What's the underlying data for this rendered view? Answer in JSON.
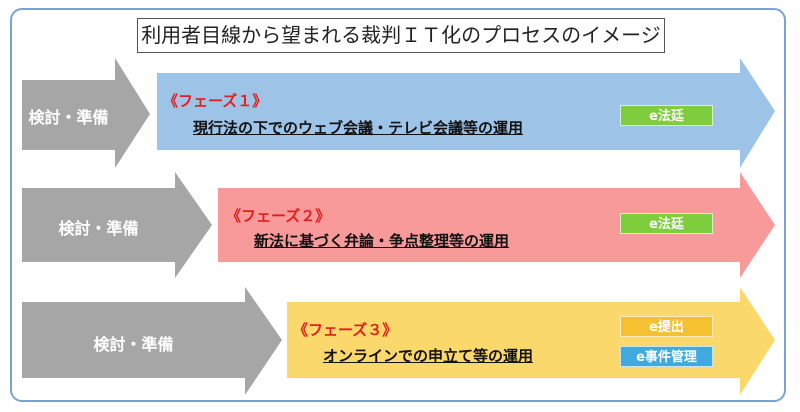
{
  "title": "利用者目線から望まれる裁判ＩＴ化のプロセスのイメージ",
  "colors": {
    "prep": "#a6a6a6",
    "phase1": "#9dc3e6",
    "phase2": "#f8999a",
    "phase3": "#fbd86b",
    "green": "#7dcd3c",
    "orange": "#f5c130",
    "blue": "#3fa9e0",
    "phase_label": "#e0201c"
  },
  "phases": [
    {
      "prep": "検討・準備",
      "label": "《フェーズ１》",
      "desc": "現行法の下でのウェブ会議・テレビ会議等の運用",
      "badges": [
        "e法廷"
      ]
    },
    {
      "prep": "検討・準備",
      "label": "《フェーズ２》",
      "desc": "新法に基づく弁論・争点整理等の運用",
      "badges": [
        "e法廷"
      ]
    },
    {
      "prep": "検討・準備",
      "label": "《フェーズ３》",
      "desc": "オンラインでの申立て等の運用",
      "badges": [
        "e提出",
        "e事件管理"
      ]
    }
  ]
}
